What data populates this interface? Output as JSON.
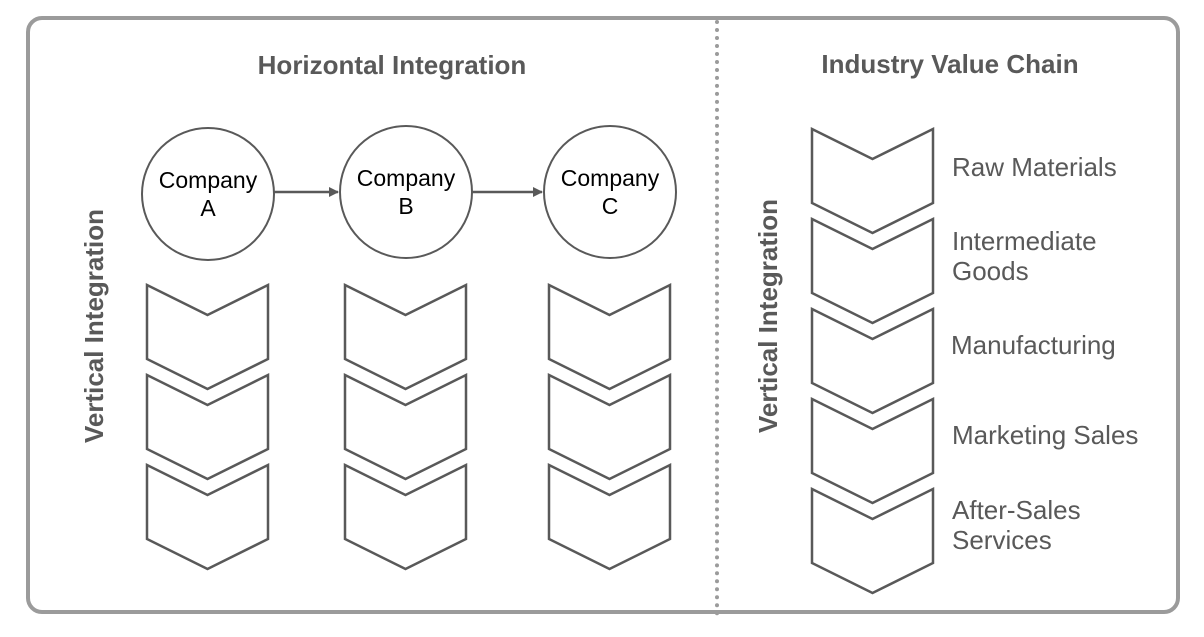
{
  "horizontal": {
    "title": "Horizontal Integration",
    "vertical_label": "Vertical Integration",
    "companies": [
      {
        "line1": "Company",
        "line2": "A"
      },
      {
        "line1": "Company",
        "line2": "B"
      },
      {
        "line1": "Company",
        "line2": "C"
      }
    ]
  },
  "value_chain": {
    "title": "Industry Value Chain",
    "vertical_label": "Vertical Integration",
    "steps": [
      "Raw Materials",
      "Intermediate\nGoods",
      "Manufacturing",
      "Marketing Sales",
      "After-Sales\nServices"
    ]
  },
  "colors": {
    "stroke": "#595959",
    "frame": "#9b9b9b",
    "text": "#595959"
  }
}
